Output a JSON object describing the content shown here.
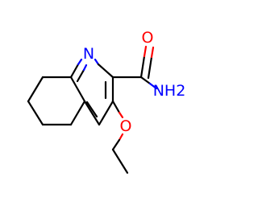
{
  "labels": {
    "ring_nitrogen": "N",
    "carbonyl_oxygen": "O",
    "amide_group": "NH2",
    "ether_oxygen": "O"
  },
  "colors": {
    "bond": "#000000",
    "oxygen": "#ff0000",
    "nitrogen": "#0000ff",
    "background": "#ffffff"
  }
}
